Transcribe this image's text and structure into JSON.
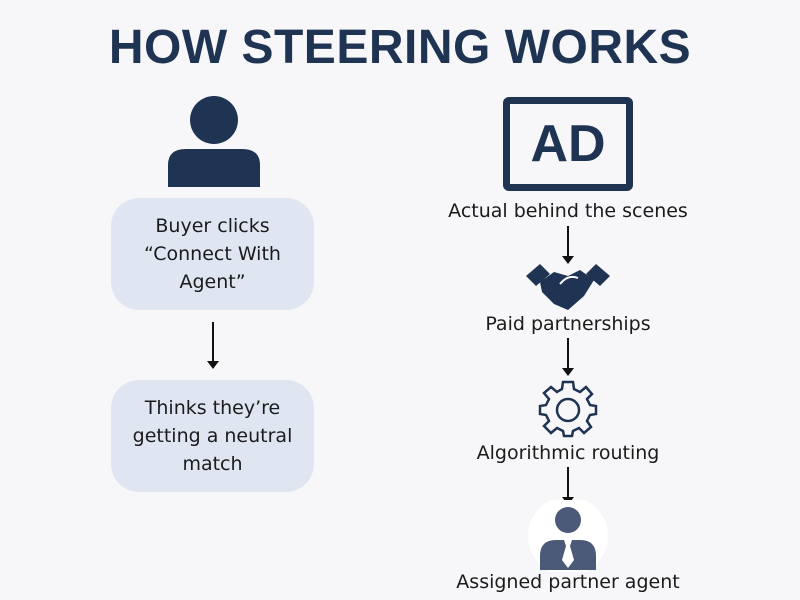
{
  "title": "HOW STEERING WORKS",
  "left": {
    "step1": "Buyer clicks “Connect With Agent”",
    "step2": "Thinks they’re getting a neutral match"
  },
  "right": {
    "ad_icon_text": "AD",
    "step1": "Actual behind the scenes",
    "step2": "Paid partnerships",
    "step3": "Algorithmic routing",
    "step4": "Assigned partner agent"
  },
  "colors": {
    "navy": "#1f3352",
    "bubble": "#dfe6f2",
    "agent": "#4a5a78"
  }
}
